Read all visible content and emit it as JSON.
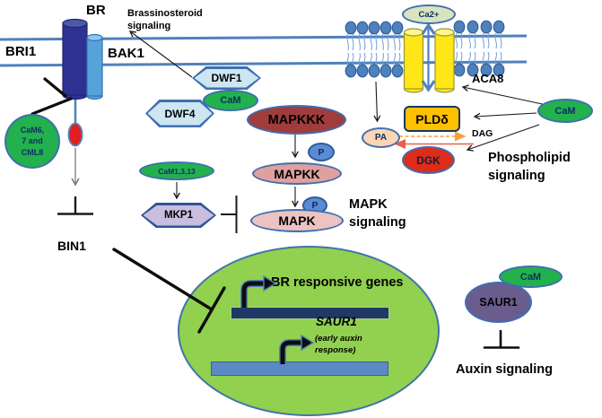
{
  "membrane_complex": {
    "br": "BR",
    "bri1": "BRI1",
    "bak1": "BAK1"
  },
  "brassinosteroid": {
    "signaling_label": "Brassinosteroid signaling"
  },
  "cam_inhibitor": {
    "line1": "CaM6,",
    "line2": "7 and",
    "line3": "CML8"
  },
  "bin1": {
    "label": "BIN1"
  },
  "dwf": {
    "dwf1": "DWF1",
    "dwf4": "DWF4",
    "cam": "CaM"
  },
  "mapk_cascade": {
    "mapkkk": "MAPKKK",
    "mapkk": "MAPKK",
    "mapk": "MAPK",
    "p": "P",
    "cam": "CaM1,3,13",
    "mkp1": "MKP1",
    "signaling_label": "MAPK signaling"
  },
  "calcium": {
    "ca2": "Ca2+",
    "aca8": "ACA8"
  },
  "phospholipid": {
    "pld": "PLDδ",
    "pa": "PA",
    "dag": "DAG",
    "dgk": "DGK",
    "cam": "CaM",
    "signaling_label": "Phospholipid signaling"
  },
  "nucleus": {
    "gene1_label": "BR responsive genes",
    "gene2_label": "SAUR1",
    "gene2_note": "(early auxin response)"
  },
  "auxin": {
    "saur1": "SAUR1",
    "cam": "CaM",
    "signaling_label": "Auxin signaling"
  },
  "colors": {
    "accent_blue": "#4f81bd",
    "cam_green": "#22b14c",
    "nucleus_green": "#92d050",
    "pld_gold": "#ffc000",
    "dgk_red": "#dd2c1a",
    "gene_bar_navy": "#1f3864",
    "receptor_navy": "#2e3192",
    "bak1_blue": "#57a2d9",
    "channel_yellow": "#ffe617"
  }
}
